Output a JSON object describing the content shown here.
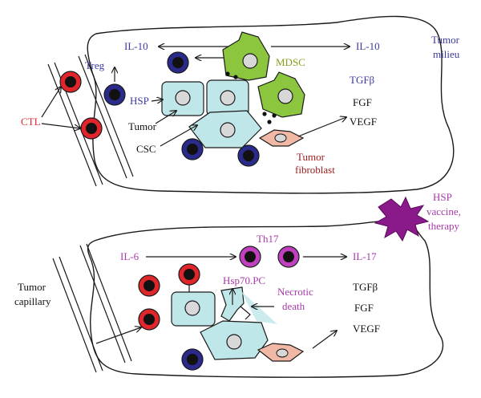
{
  "top_panel": {
    "il10_left": "IL-10",
    "il10_right": "IL-10",
    "tumor_milieu_1": "Tumor",
    "tumor_milieu_2": "milieu",
    "treg": "Treg",
    "mdsc": "MDSC",
    "hsp": "HSP",
    "tgfb": "TGFβ",
    "fgf": "FGF",
    "vegf": "VEGF",
    "ctl": "CTL",
    "tumor": "Tumor",
    "csc": "CSC",
    "fibroblast_1": "Tumor",
    "fibroblast_2": "fibroblast"
  },
  "bottom_panel": {
    "hsp_vaccine_1": "HSP",
    "hsp_vaccine_2": "vaccine,",
    "hsp_vaccine_3": "therapy",
    "th17": "Th17",
    "il6": "IL-6",
    "il17": "IL-17",
    "hsp70pc": "Hsp70.PC",
    "necrotic_1": "Necrotic",
    "necrotic_2": "death",
    "tgfb": "TGFβ",
    "fgf": "FGF",
    "vegf": "VEGF",
    "capillary_1": "Tumor",
    "capillary_2": "capillary"
  },
  "colors": {
    "treg_blue": "#2a2a8a",
    "ctl_red": "#e0262b",
    "th17_purple": "#c040c0",
    "tumor_cell": "#bfe6e8",
    "mdsc_green": "#8cc63f",
    "fibroblast": "#f2b8a6",
    "starburst": "#8a1a8a"
  }
}
